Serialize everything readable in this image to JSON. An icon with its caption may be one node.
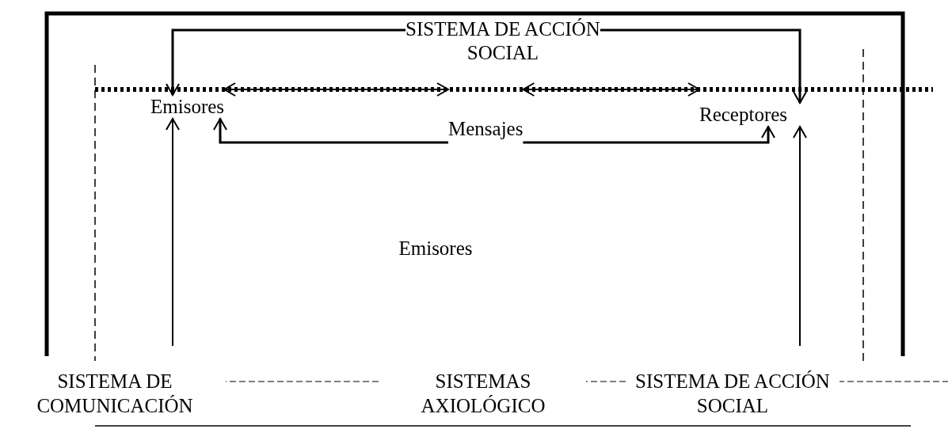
{
  "diagram": {
    "nodes": [
      {
        "text": [
          "SISTEMA DE ACCIÓN SOCIAL"
        ]
      },
      {
        "text": [
          "Emisores"
        ]
      },
      {
        "text": [
          "Mensajes"
        ]
      },
      {
        "text": [
          "Receptores"
        ]
      }
    ],
    "edges": [
      {
        "from": 0,
        "to": 1,
        "arrow": "to"
      },
      {
        "from": 0,
        "to": 3,
        "arrow": "to"
      },
      {
        "from": 1,
        "to": 2,
        "arrow": "both"
      },
      {
        "from": 2,
        "to": 3,
        "arrow": "both"
      },
      {
        "from": 2,
        "to": 1,
        "arrow": "to"
      },
      {
        "from": 2,
        "to": 3,
        "arrow": "to"
      },
      {
        "from": null,
        "to": 1,
        "arrow": "to"
      },
      {
        "from": null,
        "to": 3,
        "arrow": "to"
      }
    ],
    "labels": [
      "Emisores",
      "SISTEMA DE COMUNICACIÓN",
      "SISTEMAS AXIOLÓGICO",
      "SISTEMA DE ACCIÓN SOCIAL"
    ]
  }
}
